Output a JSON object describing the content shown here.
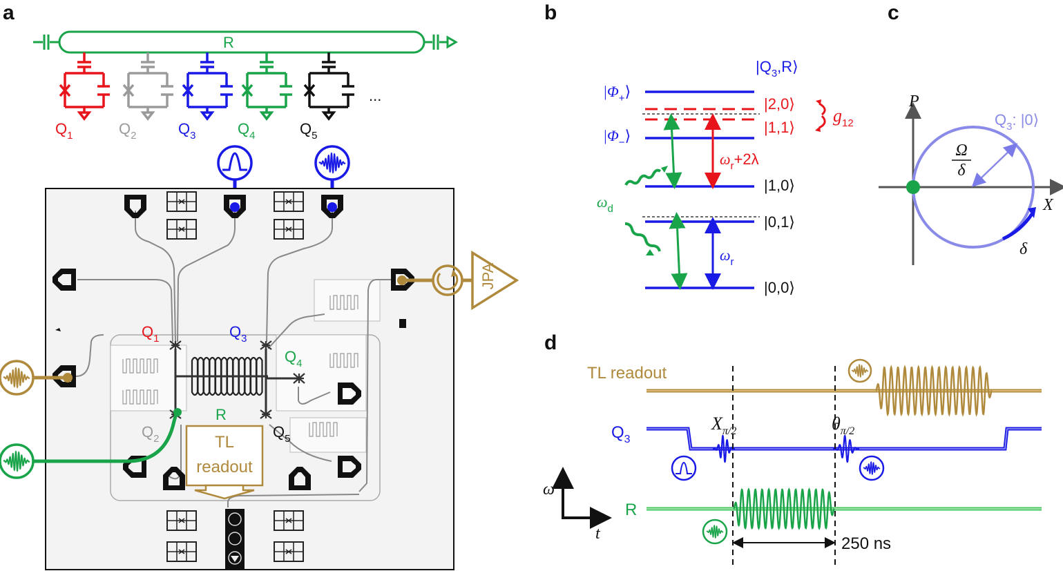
{
  "colors": {
    "red": "#e8141b",
    "gray": "#9a9a9a",
    "blue": "#1a1ae6",
    "green": "#1aa44a",
    "black": "#111111",
    "gold": "#b08a3c",
    "light_blue": "#7a7ae8",
    "light_green": "#43c35a",
    "chip_bg": "#f2f2f2"
  },
  "panel_a": {
    "letter": "a",
    "resonator_label": "R",
    "qubits": [
      {
        "label": "Q",
        "sub": "1",
        "color": "red"
      },
      {
        "label": "Q",
        "sub": "2",
        "color": "gray"
      },
      {
        "label": "Q",
        "sub": "3",
        "color": "blue"
      },
      {
        "label": "Q",
        "sub": "4",
        "color": "green"
      },
      {
        "label": "Q",
        "sub": "5",
        "color": "black"
      }
    ],
    "ellipsis": "...",
    "chip_labels": {
      "q1": "Q",
      "q1_sub": "1",
      "q2": "Q",
      "q2_sub": "2",
      "q3": "Q",
      "q3_sub": "3",
      "q4": "Q",
      "q4_sub": "4",
      "q5": "Q",
      "q5_sub": "5",
      "r": "R",
      "tl_line1": "TL",
      "tl_line2": "readout",
      "jpa": "JPA"
    },
    "icons": [
      "rect-pulse-icon",
      "microwave-pulse-icon",
      "circulator-icon",
      "amplifier-icon"
    ]
  },
  "panel_b": {
    "letter": "b",
    "header": "|Q",
    "header_sub": "3",
    "header_tail": ",R⟩",
    "phi_plus": "|Φ",
    "phi_plus_sub": "+",
    "phi_minus": "|Φ",
    "phi_minus_sub": "−",
    "bracket": "⟩",
    "level_20": "|2,0⟩",
    "level_11": "|1,1⟩",
    "level_10": "|1,0⟩",
    "level_01": "|0,1⟩",
    "level_00": "|0,0⟩",
    "g12": "g",
    "g12_sub": "12",
    "omega_r2l": "ω",
    "omega_r2l_sub": "r",
    "omega_r2l_tail": "+2λ",
    "omega_d": "ω",
    "omega_d_sub": "d",
    "omega_r": "ω",
    "omega_r_sub": "r"
  },
  "panel_c": {
    "letter": "c",
    "p_axis": "P",
    "x_axis": "X",
    "state": "Q",
    "state_sub": "3",
    "state_tail": ": |0⟩",
    "omega_num": "Ω",
    "omega_den": "δ",
    "delta": "δ"
  },
  "panel_d": {
    "letter": "d",
    "tl_readout": "TL readout",
    "q3": "Q",
    "q3_sub": "3",
    "r": "R",
    "x_pulse": "X",
    "x_pulse_sub": "π/2",
    "theta_pulse": "θ",
    "theta_pulse_sub": "π/2",
    "omega_axis": "ω",
    "t_axis": "t",
    "duration": "250 ns"
  }
}
